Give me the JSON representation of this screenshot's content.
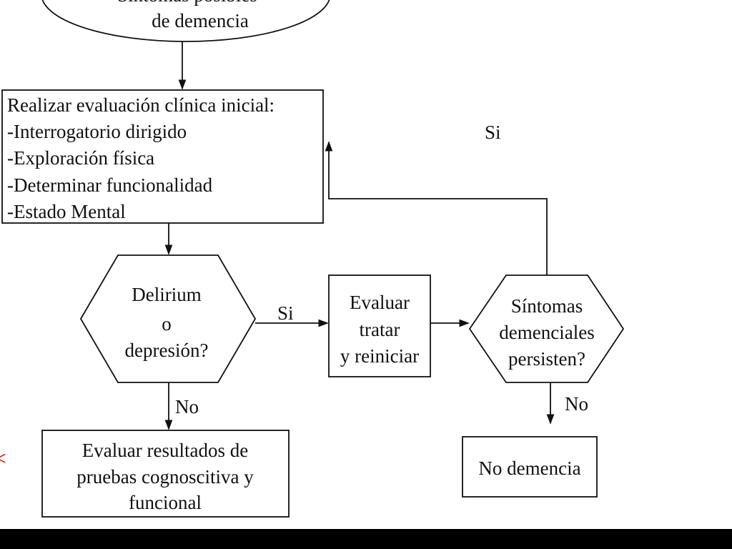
{
  "start": {
    "lines": [
      "Síntomas posibles",
      "de demencia"
    ]
  },
  "initial_eval": {
    "lines": [
      "Realizar evaluación clínica inicial:",
      "-Interrogatorio dirigido",
      "-Exploración física",
      "-Determinar funcionalidad",
      "-Estado Mental"
    ]
  },
  "decision_delirium": {
    "lines": [
      "Delirium",
      "o",
      "depresión?"
    ]
  },
  "treat": {
    "lines": [
      "Evaluar",
      "tratar",
      "y reiniciar"
    ]
  },
  "decision_persist": {
    "lines": [
      "Síntomas",
      "demenciales",
      "persisten?"
    ]
  },
  "cognitive_eval": {
    "lines": [
      "Evaluar resultados de",
      "pruebas cognoscitiva y",
      "funcional"
    ]
  },
  "no_dementia": {
    "lines": [
      "No demencia"
    ]
  },
  "labels": {
    "si_delirium": "Si",
    "no_delirium": "No",
    "si_persist": "Si",
    "no_persist": "No"
  },
  "edge_mark": "<",
  "colors": {
    "edge_mark": "#e02020",
    "bottom_bar": "#000000"
  }
}
